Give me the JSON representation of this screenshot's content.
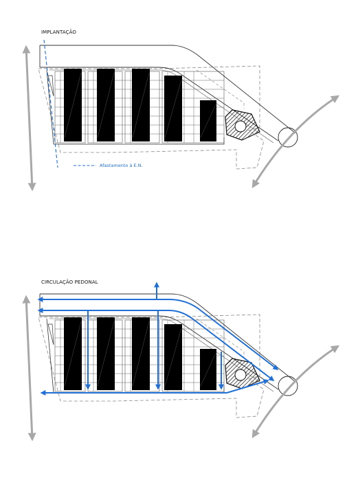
{
  "panels": [
    {
      "id": "implantacao",
      "title": "IMPLANTAÇÃO",
      "legend": "Afastamento à E.N."
    },
    {
      "id": "circulacao",
      "title": "CIRCULAÇÃO PEDONAL"
    }
  ],
  "colors": {
    "accent_blue": "#1f6fd6",
    "arrow_grey": "#a8a8a8",
    "ink": "#111111",
    "grid_line": "#555555"
  },
  "icons": [
    "double-arrow-icon",
    "roundabout-icon",
    "rotunda-hexagon-icon"
  ]
}
